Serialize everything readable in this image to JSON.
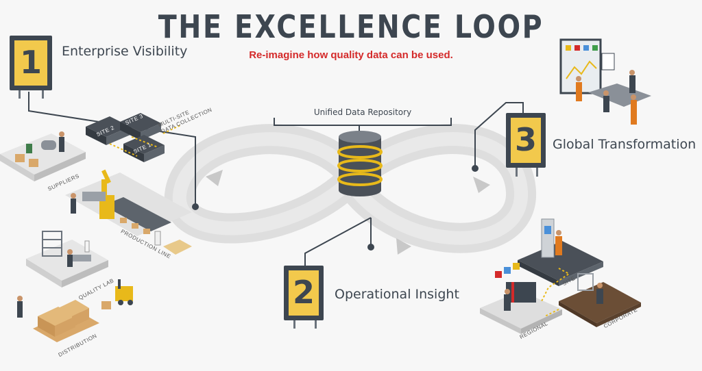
{
  "header": {
    "title": "THE EXCELLENCE LOOP",
    "subtitle": "Re-imagine how quality data can be used."
  },
  "repository": {
    "label": "Unified Data Repository"
  },
  "stages": [
    {
      "number": "1",
      "label": "Enterprise Visibility"
    },
    {
      "number": "2",
      "label": "Operational Insight"
    },
    {
      "number": "3",
      "label": "Global Transformation"
    }
  ],
  "left_scene": {
    "multi_site": [
      "MULTI-SITE",
      "DATA COLLECTION"
    ],
    "sites": [
      "SITE 3",
      "SITE 2",
      "SITE 1"
    ],
    "areas": [
      "SUPPLIERS",
      "PRODUCTION LINE",
      "QUALITY LAB",
      "DISTRIBUTION"
    ]
  },
  "right_scene": {
    "levels": [
      "SITE",
      "REGIONAL",
      "CORPORATE"
    ]
  },
  "colors": {
    "accent_red": "#d42a2a",
    "sign_dark": "#3d4650",
    "sign_gold": "#f2c94c",
    "repository_gold": "#e8b91a",
    "loop_gray": "#dcdcdc"
  }
}
